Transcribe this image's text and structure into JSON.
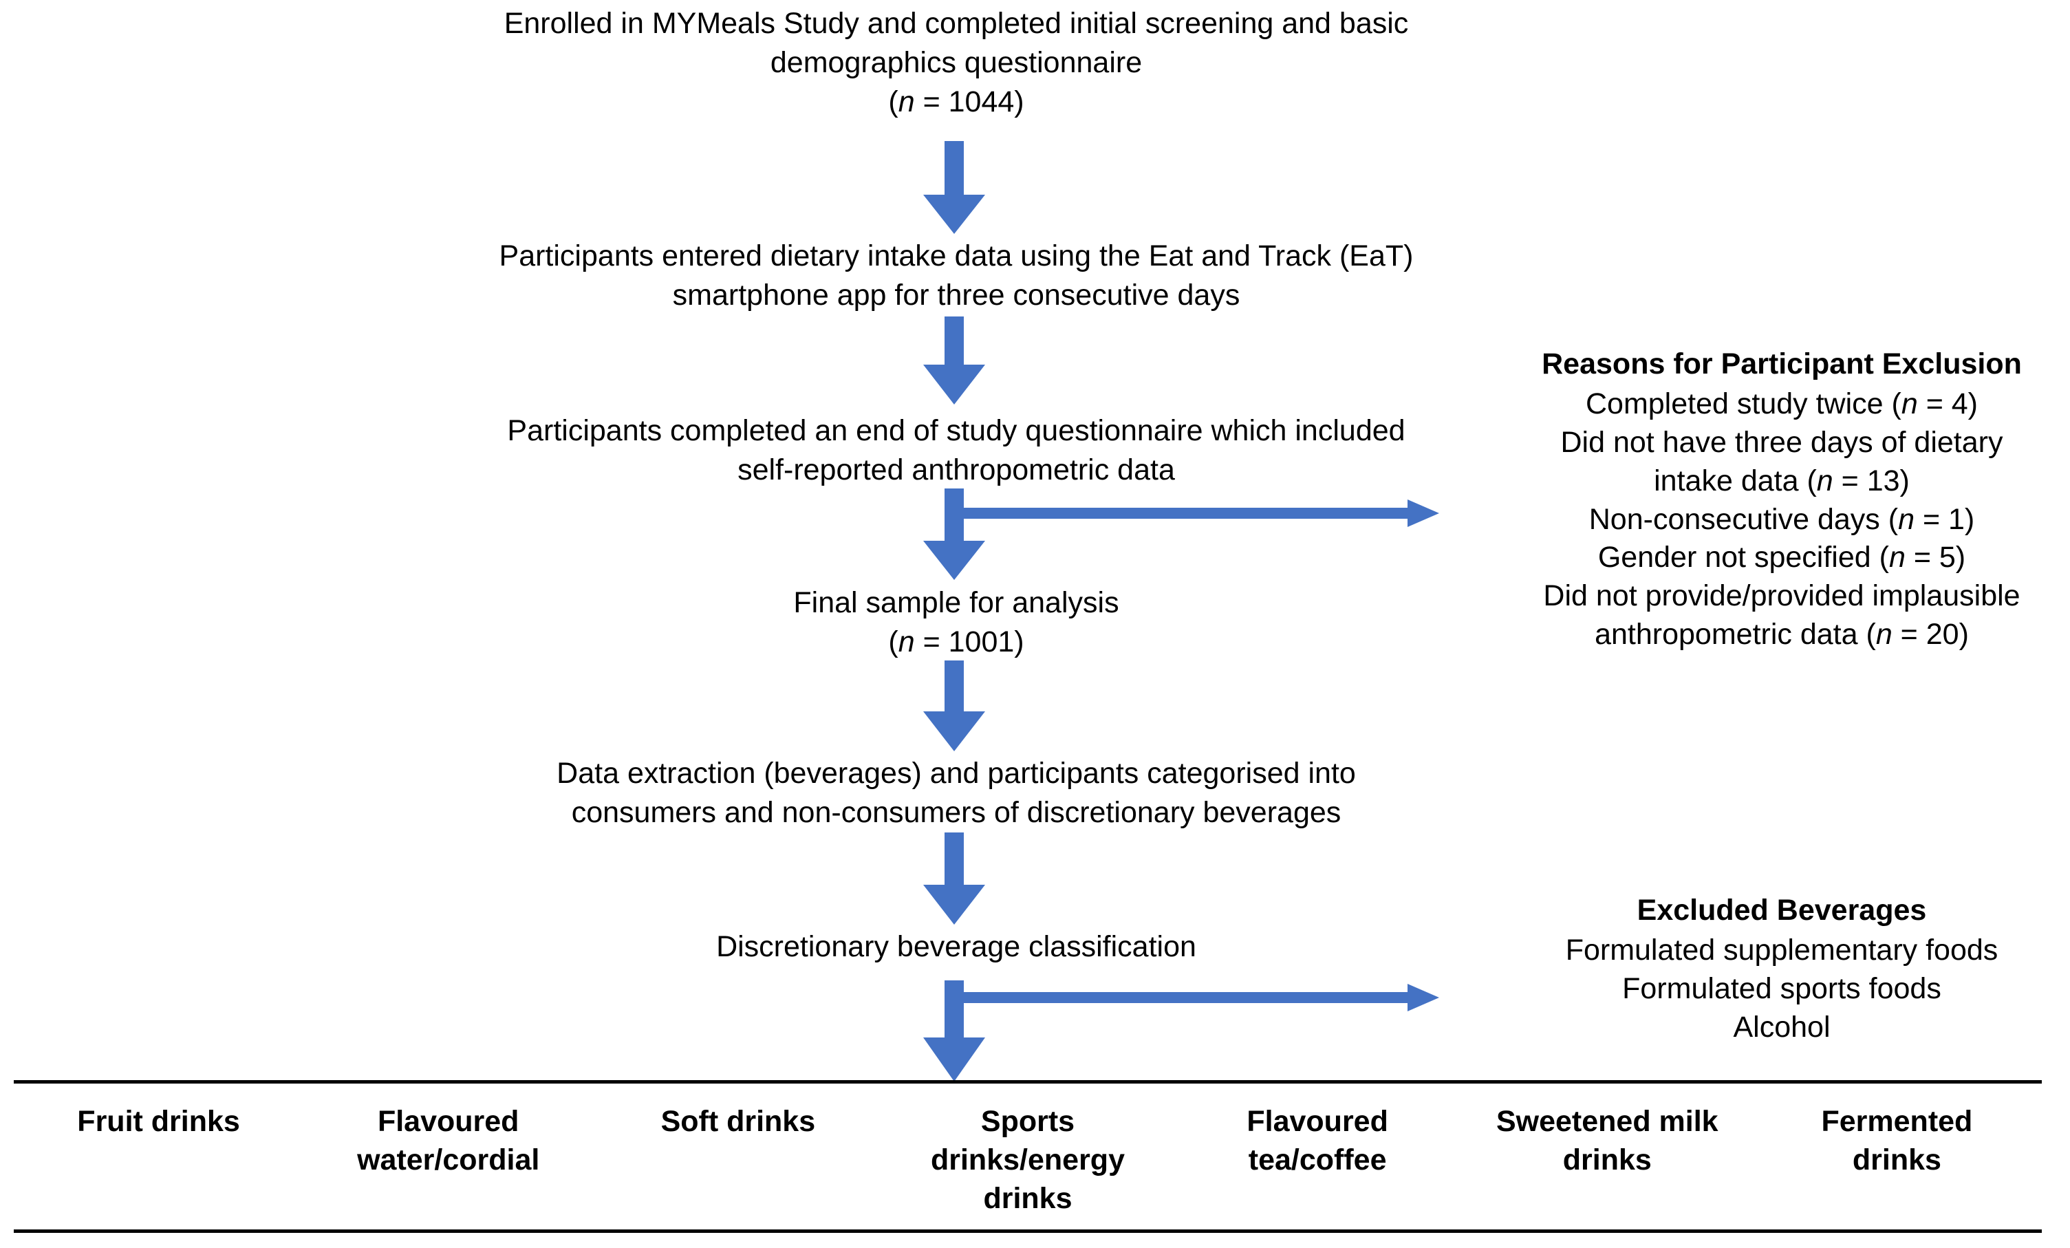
{
  "figure": {
    "type": "flowchart",
    "title": "MYMeals Study participant flow and discretionary beverage classification",
    "accent_color": "#4472C4",
    "rule_color": "#000000",
    "background": "#FFFFFF"
  },
  "flow_steps": [
    {
      "id": "enrolment",
      "text": "Enrolled in MYMeals Study and completed initial screening and basic\ndemographics questionnaire\n(n = 1044)"
    },
    {
      "id": "dietary-intake",
      "text": "Participants entered dietary intake data using the Eat and Track (EaT)\nsmartphone app for three consecutive days"
    },
    {
      "id": "end-of-study-questionnaire",
      "text": "Participants completed an end of study questionnaire which included\nself-reported anthropometric data"
    },
    {
      "id": "final-sample",
      "text": "Final sample for analysis\n(n = 1001)"
    },
    {
      "id": "data-extraction",
      "text": "Data extraction (beverages) and participants categorised into\nconsumers and non-consumers of discretionary beverages"
    },
    {
      "id": "beverage-classification",
      "text": "Discretionary beverage classification"
    }
  ],
  "exclusion_panel": {
    "title": "Reasons for Participant Exclusion",
    "items": [
      "Completed study twice (n = 4)",
      "Did not have three days of dietary\nintake data (n = 13)",
      "Non-consecutive days (n = 1)",
      "Gender not specified (n = 5)",
      "Did not provide/provided implausible\nanthropometric data (n = 20)"
    ]
  },
  "excluded_beverages_panel": {
    "title": "Excluded Beverages",
    "items": [
      "Formulated supplementary foods",
      "Formulated sports foods",
      "Alcohol"
    ]
  },
  "beverage_categories": [
    "Fruit drinks",
    "Flavoured\nwater/cordial",
    "Soft drinks",
    "Sports\ndrinks/energy\ndrinks",
    "Flavoured\ntea/coffee",
    "Sweetened milk\ndrinks",
    "Fermented\ndrinks"
  ],
  "connectors": [
    {
      "id": "arrow-enrolment-to-dietary",
      "kind": "down-arrow"
    },
    {
      "id": "arrow-dietary-to-questionnaire",
      "kind": "down-arrow"
    },
    {
      "id": "arrow-questionnaire-to-final",
      "kind": "down-arrow-with-branch"
    },
    {
      "id": "arrow-exclusion-branch",
      "kind": "right-arrow"
    },
    {
      "id": "arrow-final-to-extraction",
      "kind": "down-arrow"
    },
    {
      "id": "arrow-extraction-to-classification",
      "kind": "down-arrow"
    },
    {
      "id": "arrow-classification-to-categories",
      "kind": "down-arrow-with-branch"
    },
    {
      "id": "arrow-excluded-beverages-branch",
      "kind": "right-arrow"
    }
  ]
}
